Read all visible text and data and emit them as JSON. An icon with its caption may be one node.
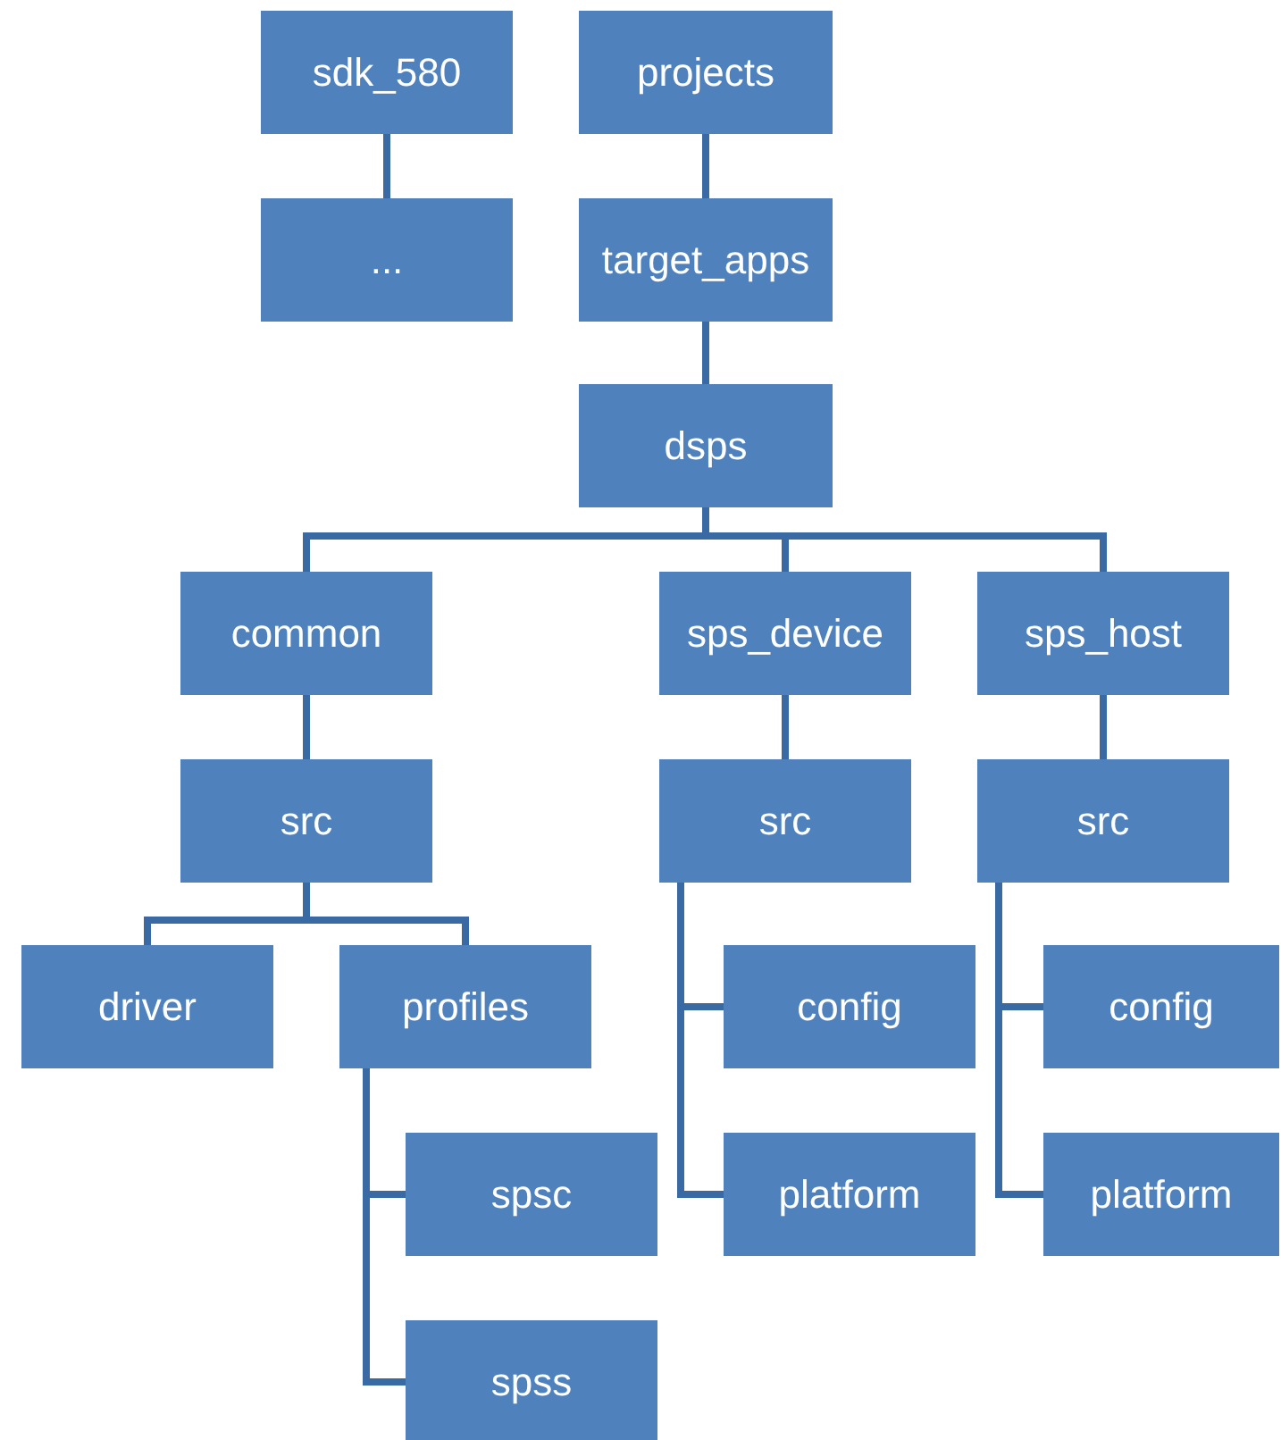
{
  "diagram": {
    "nodes": [
      {
        "text": [
          "sdk_580"
        ]
      },
      {
        "text": [
          "projects"
        ]
      },
      {
        "text": [
          "..."
        ]
      },
      {
        "text": [
          "target_apps"
        ]
      },
      {
        "text": [
          "dsps"
        ]
      },
      {
        "text": [
          "common"
        ]
      },
      {
        "text": [
          "sps_device"
        ]
      },
      {
        "text": [
          "sps_host"
        ]
      },
      {
        "text": [
          "src"
        ]
      },
      {
        "text": [
          "src"
        ]
      },
      {
        "text": [
          "src"
        ]
      },
      {
        "text": [
          "driver"
        ]
      },
      {
        "text": [
          "profiles"
        ]
      },
      {
        "text": [
          "config"
        ]
      },
      {
        "text": [
          "config"
        ]
      },
      {
        "text": [
          "spsc"
        ]
      },
      {
        "text": [
          "platform"
        ]
      },
      {
        "text": [
          "platform"
        ]
      },
      {
        "text": [
          "spss"
        ]
      }
    ],
    "edges": [
      {
        "from": 0,
        "to": 2,
        "arrow": "none"
      },
      {
        "from": 1,
        "to": 3,
        "arrow": "none"
      },
      {
        "from": 3,
        "to": 4,
        "arrow": "none"
      },
      {
        "from": 4,
        "to": 5,
        "arrow": "none"
      },
      {
        "from": 4,
        "to": 6,
        "arrow": "none"
      },
      {
        "from": 4,
        "to": 7,
        "arrow": "none"
      },
      {
        "from": 5,
        "to": 8,
        "arrow": "none"
      },
      {
        "from": 6,
        "to": 9,
        "arrow": "none"
      },
      {
        "from": 7,
        "to": 10,
        "arrow": "none"
      },
      {
        "from": 8,
        "to": 11,
        "arrow": "none"
      },
      {
        "from": 8,
        "to": 12,
        "arrow": "none"
      },
      {
        "from": 12,
        "to": 15,
        "arrow": "none"
      },
      {
        "from": 12,
        "to": 18,
        "arrow": "none"
      },
      {
        "from": 9,
        "to": 13,
        "arrow": "none"
      },
      {
        "from": 9,
        "to": 16,
        "arrow": "none"
      },
      {
        "from": 10,
        "to": 14,
        "arrow": "none"
      },
      {
        "from": 10,
        "to": 17,
        "arrow": "none"
      }
    ]
  }
}
